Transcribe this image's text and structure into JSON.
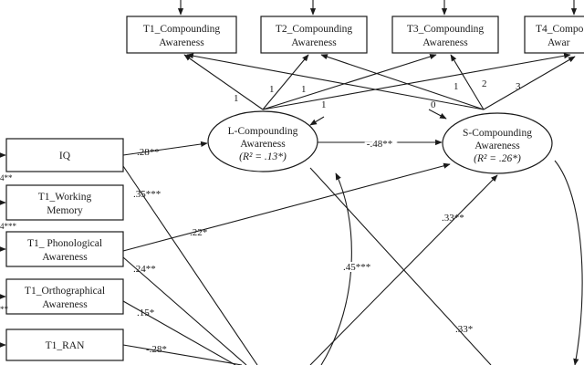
{
  "observed_top": [
    {
      "id": "t1c",
      "line1": "T1_Compounding",
      "line2": "Awareness"
    },
    {
      "id": "t2c",
      "line1": "T2_Compounding",
      "line2": "Awareness"
    },
    {
      "id": "t3c",
      "line1": "T3_Compounding",
      "line2": "Awareness"
    },
    {
      "id": "t4c",
      "line1": "T4_Compo",
      "line2": "Awar"
    }
  ],
  "predictors": [
    {
      "id": "iq",
      "line1": "IQ",
      "line2": ""
    },
    {
      "id": "wm",
      "line1": "T1_Working",
      "line2": "Memory"
    },
    {
      "id": "pa",
      "line1": "T1_ Phonological",
      "line2": "Awareness"
    },
    {
      "id": "oa",
      "line1": "T1_Orthographical",
      "line2": "Awareness"
    },
    {
      "id": "ran",
      "line1": "T1_RAN",
      "line2": ""
    }
  ],
  "latents": {
    "L": {
      "line1": "L-Compounding",
      "line2": "Awareness",
      "r2": "(R² = .13*)"
    },
    "S": {
      "line1": "S-Compounding",
      "line2": "Awareness",
      "r2": "(R² = .26*)"
    }
  },
  "loadings": {
    "L": [
      "1",
      "1",
      "1",
      "1"
    ],
    "S": [
      "0",
      "1",
      "2",
      "3"
    ]
  },
  "paths": {
    "iq_L": ".28**",
    "iq_down": ".35***",
    "L_S": "-.48**",
    "pa_S": ".22*",
    "pa_down": ".24**",
    "oa_down": ".15*",
    "ran_down": "-.28*",
    "up_L": ".45***",
    "up_S": ".33**",
    "L_down": ".33*"
  },
  "left_edge_labels": [
    "4**",
    "4***",
    "**"
  ]
}
